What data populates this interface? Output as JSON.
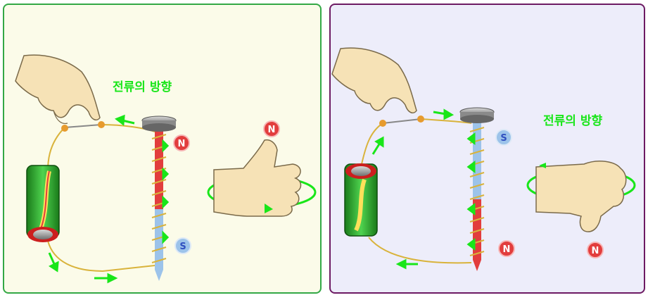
{
  "panels": [
    {
      "caption": "전류의 방향",
      "labels": {
        "top_pole": "N",
        "bottom_pole": "S",
        "thumb_pole": "N"
      }
    },
    {
      "caption": "전류의 방향",
      "labels": {
        "top_pole": "S",
        "bottom_pole": "N",
        "thumb_pole": "N"
      }
    }
  ],
  "colors": {
    "arrow": "#19e619",
    "north": "#e23d3d",
    "south": "#9cc3ea",
    "wire": "#d9b33b",
    "left_border": "#33a845",
    "right_border": "#6d1a63"
  }
}
